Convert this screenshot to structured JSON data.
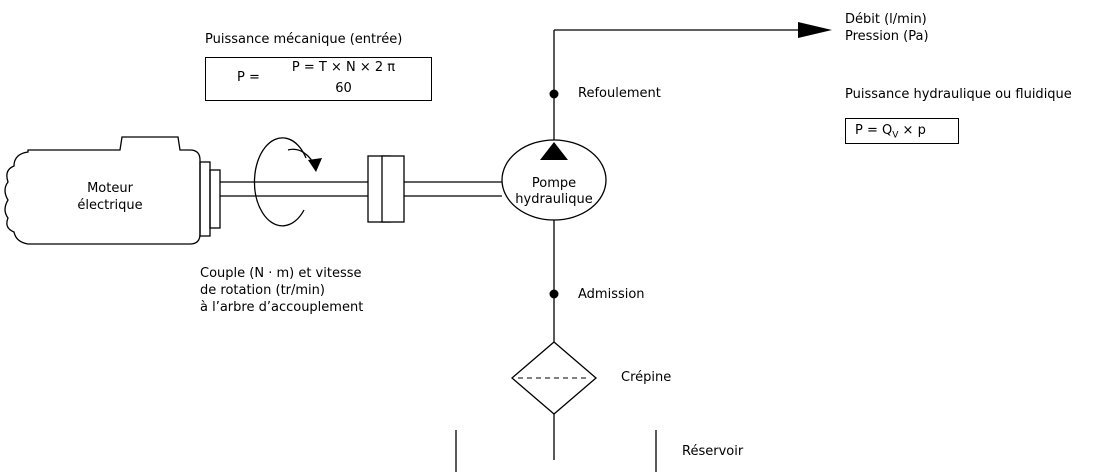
{
  "mechanical_power": {
    "title": "Puissance mécanique (entrée)",
    "formula_prefix": "P =",
    "formula_numerator": "P = T × N × 2 π",
    "formula_denominator": "60"
  },
  "motor": {
    "line1": "Moteur",
    "line2": "électrique"
  },
  "pump": {
    "line1": "Pompe",
    "line2": "hydraulique"
  },
  "outlet": {
    "line1": "Débit (l/min)",
    "line2": "Pression (Pa)"
  },
  "hydraulic_power": {
    "title": "Puissance hydraulique ou fluidique",
    "formula_prefix": "P = Q",
    "formula_subscript": "V",
    "formula_suffix": " × p"
  },
  "points": {
    "discharge": "Refoulement",
    "intake": "Admission"
  },
  "coupling": {
    "line1": "Couple (N · m) et vitesse",
    "line2": "de rotation (tr/min)",
    "line3": "à l’arbre d’accouplement"
  },
  "strainer": "Crépine",
  "reservoir": "Réservoir"
}
